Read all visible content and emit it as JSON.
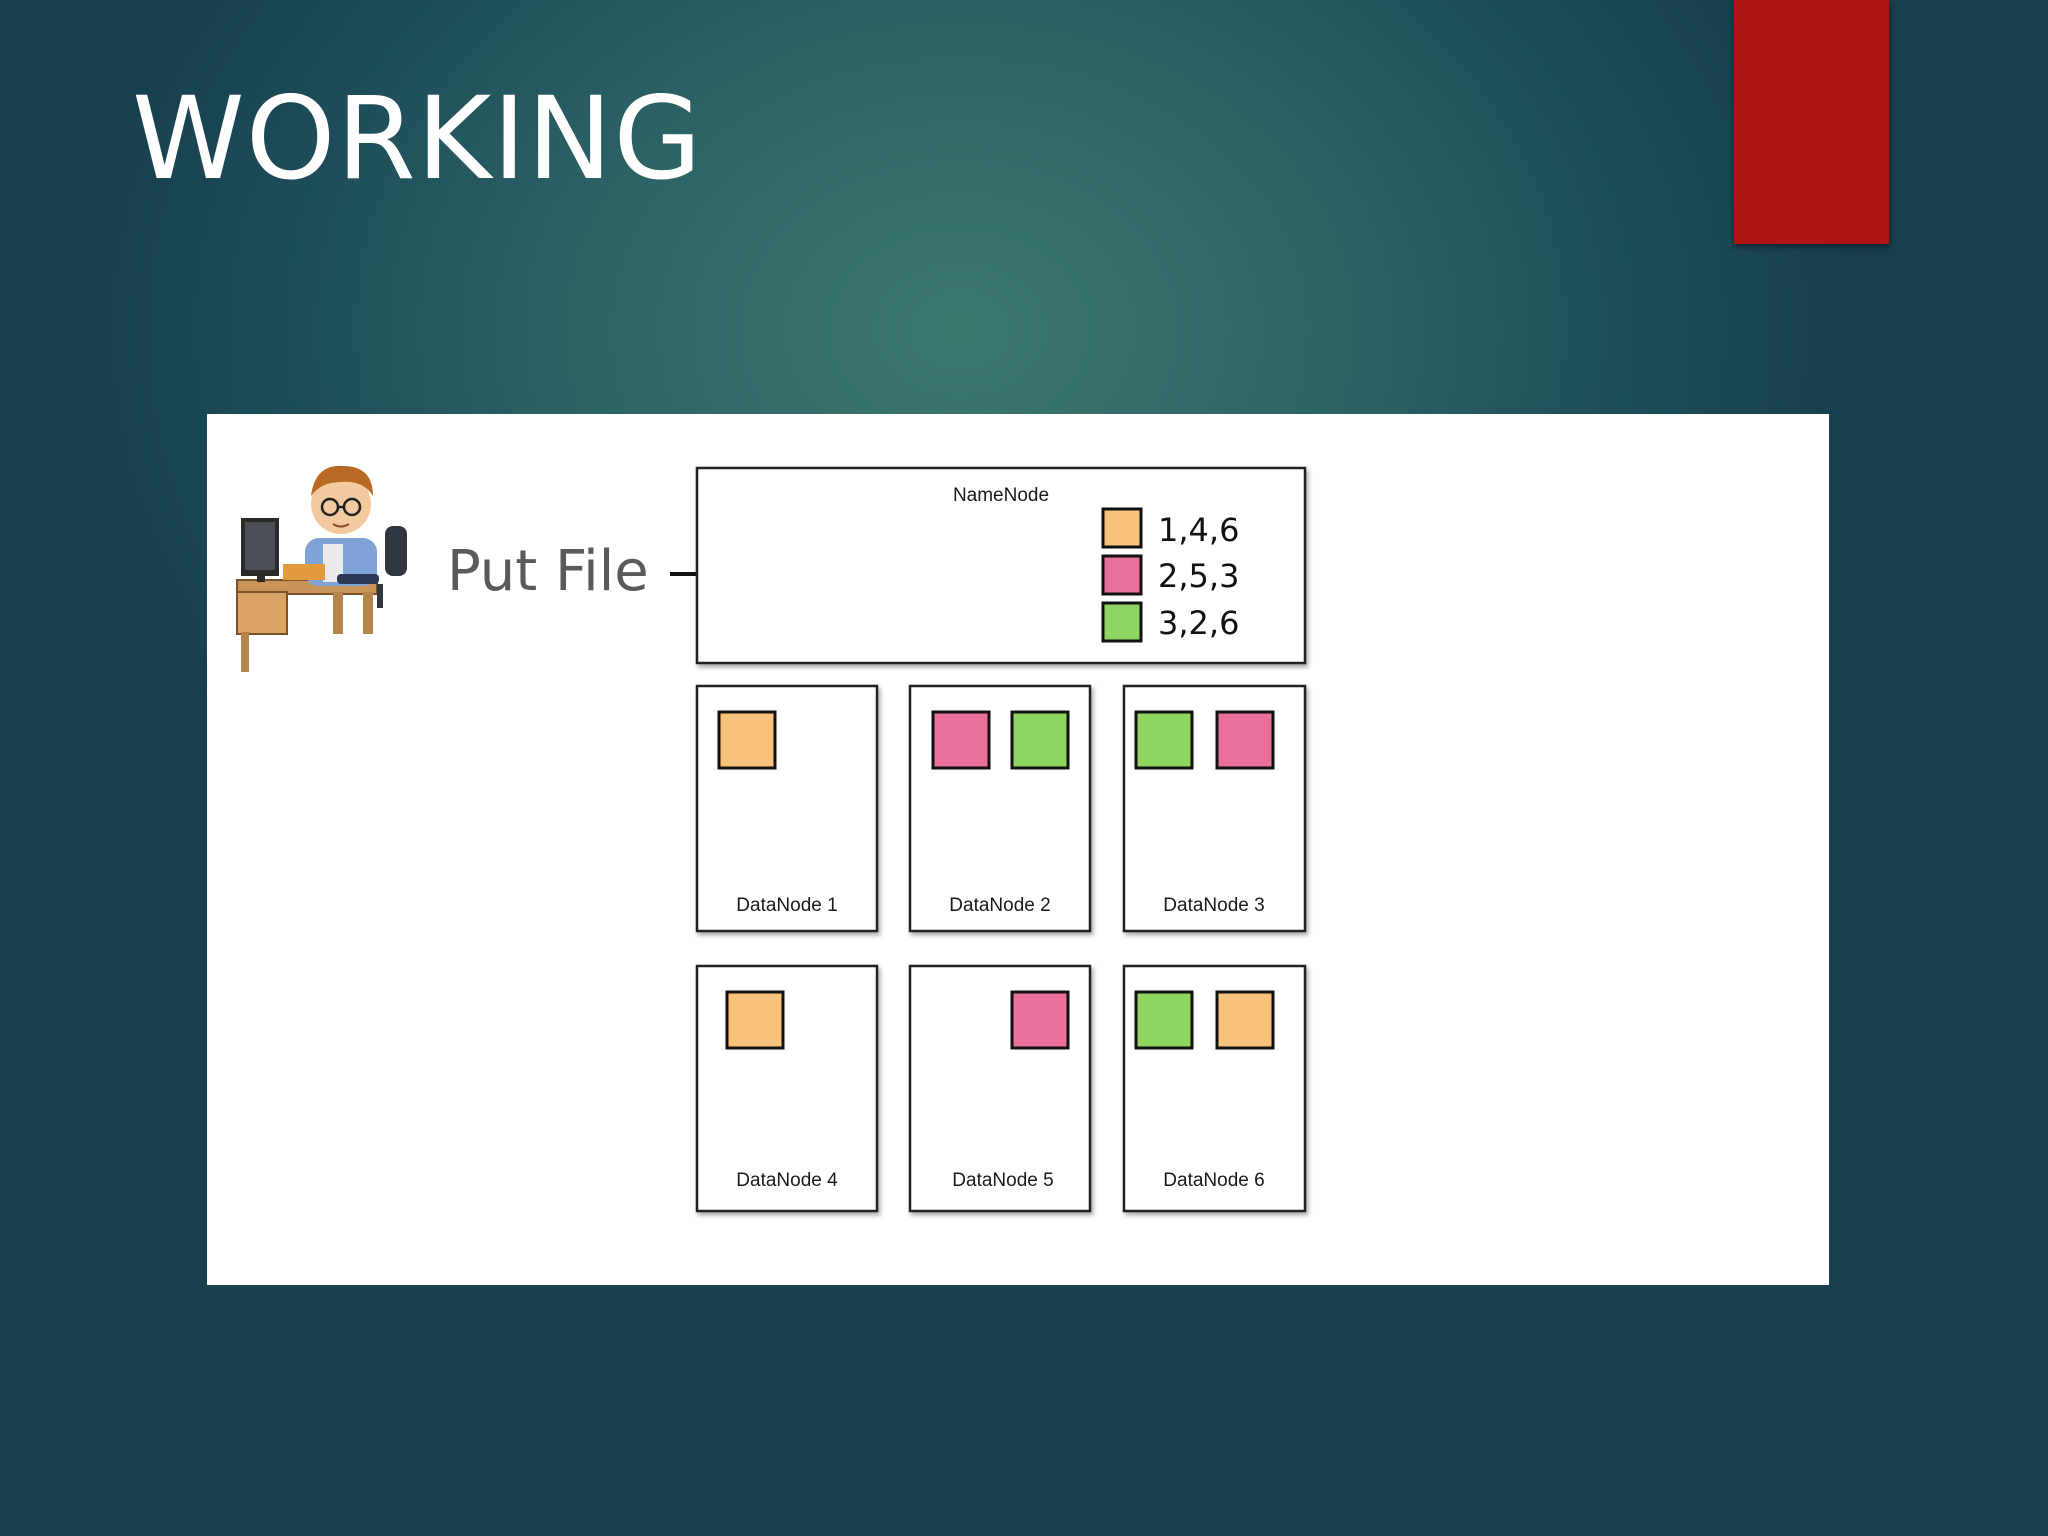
{
  "slide": {
    "title": "WORKING"
  },
  "colors": {
    "accent_bar": "#b01515",
    "block_orange": "#f9c27b",
    "block_pink": "#e9709c",
    "block_green": "#8fd360"
  },
  "diagram": {
    "client_icon": "developer-at-desk-icon",
    "put_file_label": "Put File",
    "namenode": {
      "label": "NameNode",
      "mappings": [
        {
          "color": "orange",
          "text": "1,4,6"
        },
        {
          "color": "pink",
          "text": "2,5,3"
        },
        {
          "color": "green",
          "text": "3,2,6"
        }
      ]
    },
    "datanodes": [
      {
        "label": "DataNode 1",
        "blocks": [
          "orange"
        ]
      },
      {
        "label": "DataNode 2",
        "blocks": [
          "pink",
          "green"
        ]
      },
      {
        "label": "DataNode 3",
        "blocks": [
          "green",
          "pink"
        ]
      },
      {
        "label": "DataNode 4",
        "blocks": [
          "orange"
        ]
      },
      {
        "label": "DataNode 5",
        "blocks": [
          "pink"
        ]
      },
      {
        "label": "DataNode 6",
        "blocks": [
          "green",
          "orange"
        ]
      }
    ]
  }
}
